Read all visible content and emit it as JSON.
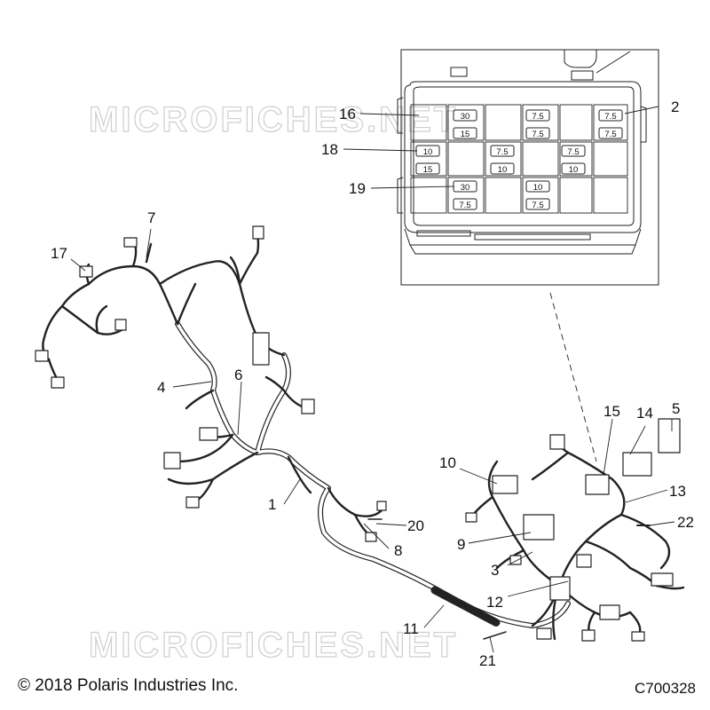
{
  "watermark": "MICROFICHES.NET",
  "copyright": "© 2018 Polaris Industries Inc.",
  "figure_code": "C700328",
  "callouts": [
    "1",
    "2",
    "3",
    "4",
    "5",
    "6",
    "7",
    "8",
    "9",
    "10",
    "11",
    "12",
    "13",
    "14",
    "15",
    "16",
    "17",
    "18",
    "19",
    "20",
    "21",
    "22"
  ],
  "fuse_box": {
    "row1": [
      "30",
      "15",
      "7.5",
      "7.5",
      "7.5",
      "7.5"
    ],
    "row2": [
      "10",
      "15",
      "7.5",
      "10",
      "7.5",
      "10"
    ],
    "row3": [
      "30",
      "7.5",
      "10",
      "7.5"
    ]
  }
}
